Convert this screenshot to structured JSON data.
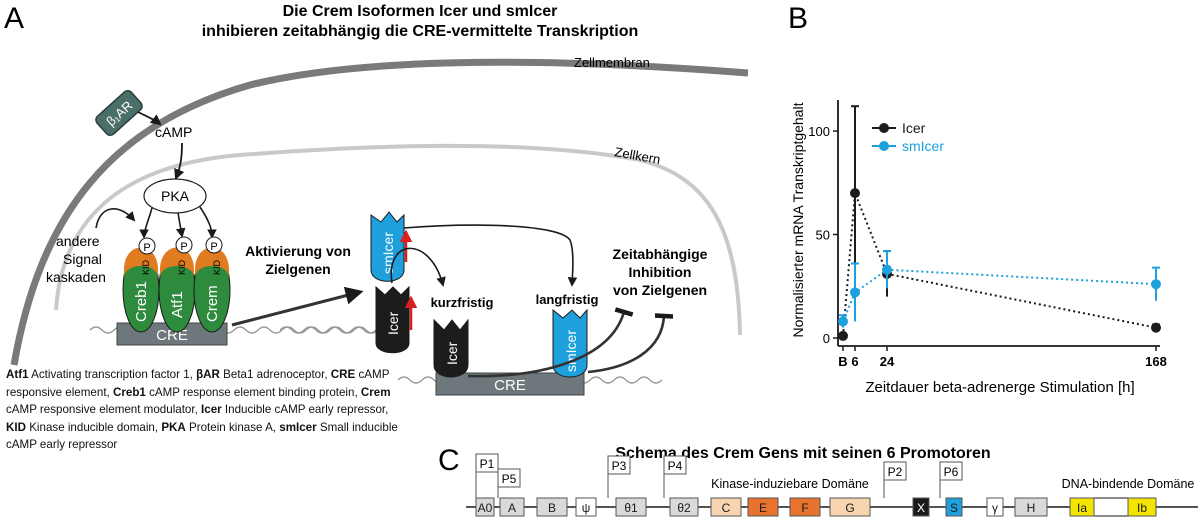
{
  "panel_a": {
    "letter": "A",
    "title_line1": "Die Crem Isoformen Icer und smIcer",
    "title_line2": "inhibieren zeitabhängig die CRE-vermittelte Transkription",
    "zellmembran": "Zellmembran",
    "zellkern": "Zellkern",
    "receptor": "β₁AR",
    "camp": "cAMP",
    "pka": "PKA",
    "andere_signal": [
      "andere",
      "Signal",
      "kaskaden"
    ],
    "p_label": "P",
    "kid_label": "KID",
    "factors": [
      "Creb1",
      "Atf1",
      "Crem"
    ],
    "cre": "CRE",
    "aktivierung": [
      "Aktivierung von",
      "Zielgenen"
    ],
    "smicer": "smIcer",
    "icer": "Icer",
    "kurzfristig": "kurzfristig",
    "langfristig": "langfristig",
    "inhibition": [
      "Zeitabhängige",
      "Inhibition",
      "von Zielgenen"
    ],
    "colors": {
      "green": "#2e8b3e",
      "orange": "#e07b1f",
      "blue": "#1ea0dc",
      "black": "#1c1c1c",
      "grey": "#6e787c",
      "red": "#d81e1e"
    }
  },
  "legend": [
    {
      "abbr": "Atf1",
      "text": " Activating transcription factor 1, "
    },
    {
      "abbr": "βAR",
      "text": " Beta1 adrenoceptor, "
    },
    {
      "abbr": "CRE",
      "text": " cAMP responsive element, "
    },
    {
      "abbr": "Creb1",
      "text": " cAMP response element binding protein, "
    },
    {
      "abbr": "Crem",
      "text": " cAMP responsive element modulator, "
    },
    {
      "abbr": "Icer",
      "text": " Inducible cAMP early repressor, "
    },
    {
      "abbr": "KID",
      "text": " Kinase inducible domain, "
    },
    {
      "abbr": "PKA",
      "text": " Protein kinase A, "
    },
    {
      "abbr": "smIcer",
      "text": " Small inducible cAMP early repressor"
    }
  ],
  "panel_b": {
    "letter": "B"
  },
  "chart_data": {
    "type": "line",
    "ylabel": "Normalisierter mRNA Transkriptgehalt",
    "xlabel": "Zeitdauer beta-adrenerge Stimulation [h]",
    "x_categories": [
      "B",
      "6",
      "24",
      "168"
    ],
    "y_ticks": [
      0,
      50,
      100
    ],
    "ylim": [
      0,
      115
    ],
    "legend_position": "top-left",
    "series": [
      {
        "name": "Icer",
        "color": "#1c1c1c",
        "x": [
          "B",
          "6",
          "24",
          "168"
        ],
        "y": [
          1,
          70,
          31,
          5
        ],
        "err": [
          1,
          42,
          11,
          1.5
        ]
      },
      {
        "name": "smIcer",
        "color": "#1ea0dc",
        "x": [
          "B",
          "6",
          "24",
          "168"
        ],
        "y": [
          8,
          22,
          33,
          26
        ],
        "err": [
          3,
          14,
          9,
          8
        ]
      }
    ]
  },
  "panel_c": {
    "letter": "C",
    "title": "Schema des Crem Gens mit seinen 6 Promotoren",
    "promoters": [
      "P1",
      "P5",
      "P3",
      "P4",
      "P2",
      "P6"
    ],
    "kinase_domain": "Kinase-induziebare Domäne",
    "dna_domain": "DNA-bindende Domäne",
    "exons": [
      {
        "label": "A0",
        "fill": "#d9d9d9"
      },
      {
        "label": "A",
        "fill": "#d9d9d9"
      },
      {
        "label": "B",
        "fill": "#d9d9d9"
      },
      {
        "label": "ψ",
        "fill": "#ffffff"
      },
      {
        "label": "θ1",
        "fill": "#d9d9d9"
      },
      {
        "label": "θ2",
        "fill": "#d9d9d9"
      },
      {
        "label": "C",
        "fill": "#f8d5b0"
      },
      {
        "label": "E",
        "fill": "#e7732e"
      },
      {
        "label": "F",
        "fill": "#e7732e"
      },
      {
        "label": "G",
        "fill": "#f8d5b0"
      },
      {
        "label": "X",
        "fill": "#1a1a1a"
      },
      {
        "label": "S",
        "fill": "#1ea0dc"
      },
      {
        "label": "γ",
        "fill": "#ffffff"
      },
      {
        "label": "H",
        "fill": "#d9d9d9"
      },
      {
        "label": "Ia",
        "fill": "#f2e600"
      },
      {
        "label": "Ib",
        "fill": "#f2e600"
      }
    ]
  }
}
